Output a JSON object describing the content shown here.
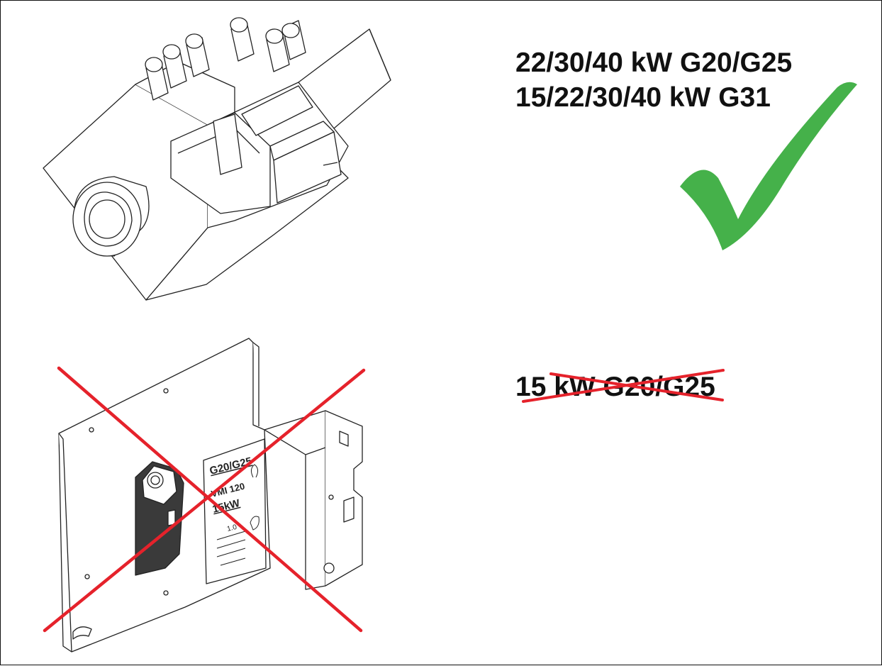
{
  "approved": {
    "lines": [
      "22/30/40 kW G20/G25",
      "15/22/30/40 kW G31"
    ],
    "mark_icon": "checkmark-icon",
    "mark_color": "#45b14a"
  },
  "rejected": {
    "line": "15 kW G20/G25",
    "mark_icon": "cross-out-icon",
    "mark_color": "#e5222b",
    "plate_label": {
      "gas": "G20/G25",
      "model": "VMI 120",
      "power": "15kW",
      "rating": "1.0"
    }
  }
}
